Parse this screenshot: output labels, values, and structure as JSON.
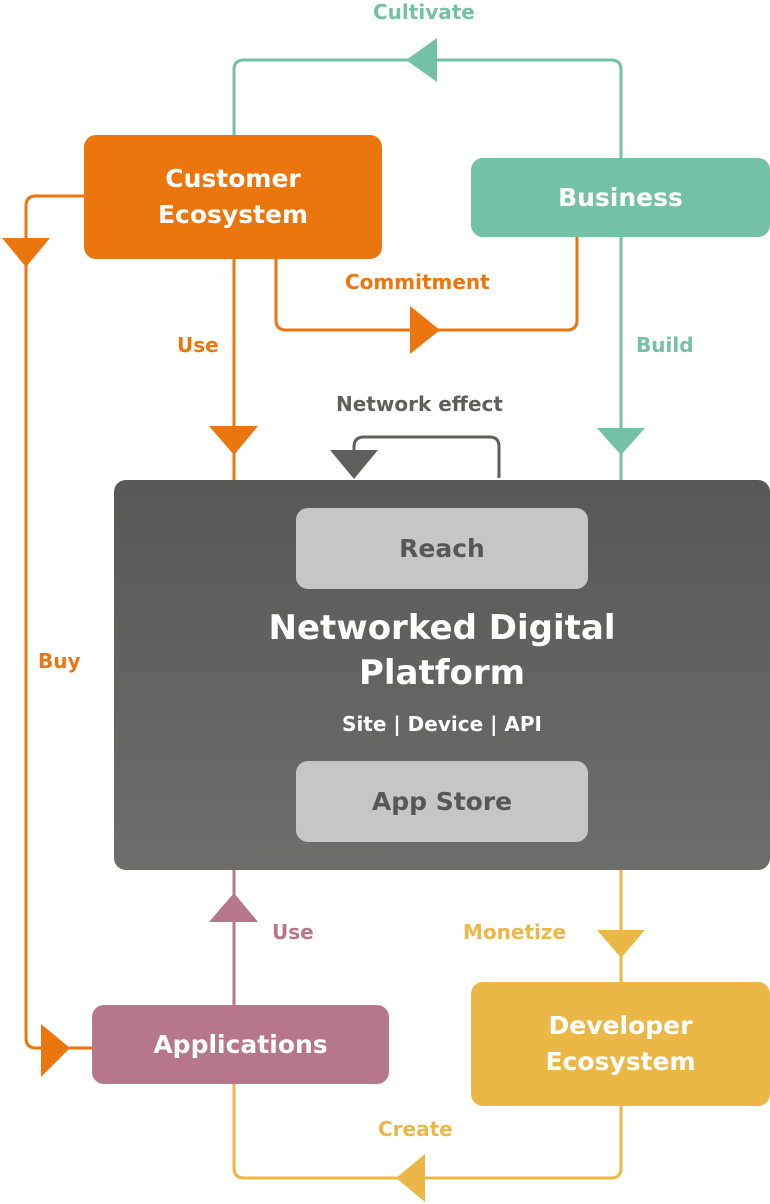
{
  "colors": {
    "customer": "#ec760e",
    "business": "#74c1a6",
    "platform": "#5f5f5e",
    "inner": "#c6c6c5",
    "applications": "#b57789",
    "developer": "#ebb847"
  },
  "nodes": {
    "customer_ecosystem": "Customer\nEcosystem",
    "business": "Business",
    "applications": "Applications",
    "developer_ecosystem": "Developer\nEcosystem"
  },
  "platform": {
    "title": "Networked Digital\nPlatform",
    "subtitle": "Site | Device | API",
    "reach": "Reach",
    "app_store": "App Store"
  },
  "edges": [
    {
      "from": "Business",
      "to": "Customer Ecosystem",
      "label": "Cultivate"
    },
    {
      "from": "Customer Ecosystem",
      "to": "Business",
      "label": "Commitment"
    },
    {
      "from": "Customer Ecosystem",
      "to": "Networked Digital Platform",
      "label": "Use"
    },
    {
      "from": "Business",
      "to": "Networked Digital Platform",
      "label": "Build"
    },
    {
      "from": "Networked Digital Platform",
      "to": "Networked Digital Platform",
      "label": "Network effect"
    },
    {
      "from": "Customer Ecosystem",
      "to": "Applications",
      "label": "Buy"
    },
    {
      "from": "Applications",
      "to": "Networked Digital Platform",
      "label": "Use"
    },
    {
      "from": "Networked Digital Platform",
      "to": "Developer Ecosystem",
      "label": "Monetize"
    },
    {
      "from": "Developer Ecosystem",
      "to": "Applications",
      "label": "Create"
    }
  ],
  "labels": {
    "cultivate": "Cultivate",
    "commitment": "Commitment",
    "use_top": "Use",
    "build": "Build",
    "network_effect": "Network effect",
    "buy": "Buy",
    "use_bottom": "Use",
    "monetize": "Monetize",
    "create": "Create"
  }
}
